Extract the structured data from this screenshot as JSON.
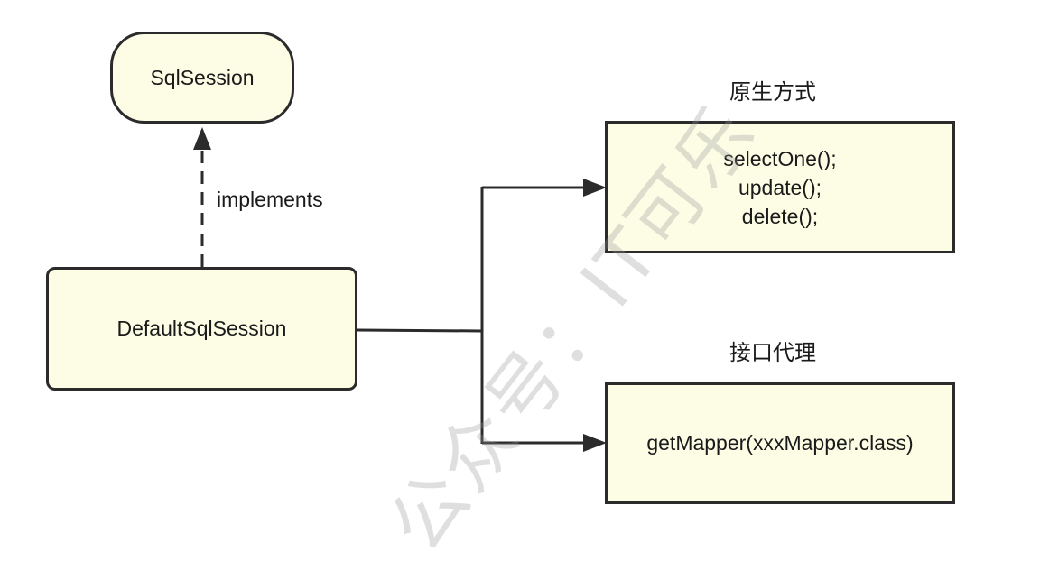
{
  "nodes": {
    "interface": {
      "label": "SqlSession"
    },
    "impl": {
      "label": "DefaultSqlSession"
    },
    "native": {
      "lines": [
        "selectOne();",
        "update();",
        "delete();"
      ]
    },
    "proxy": {
      "label": "getMapper(xxxMapper.class)"
    }
  },
  "edges": {
    "implements_label": "implements"
  },
  "group_labels": {
    "native": "原生方式",
    "proxy": "接口代理"
  },
  "watermark": "公众号：IT可乐",
  "colors": {
    "node_fill": "#fdfde6",
    "stroke": "#2b2b2b",
    "watermark": "#969696"
  }
}
